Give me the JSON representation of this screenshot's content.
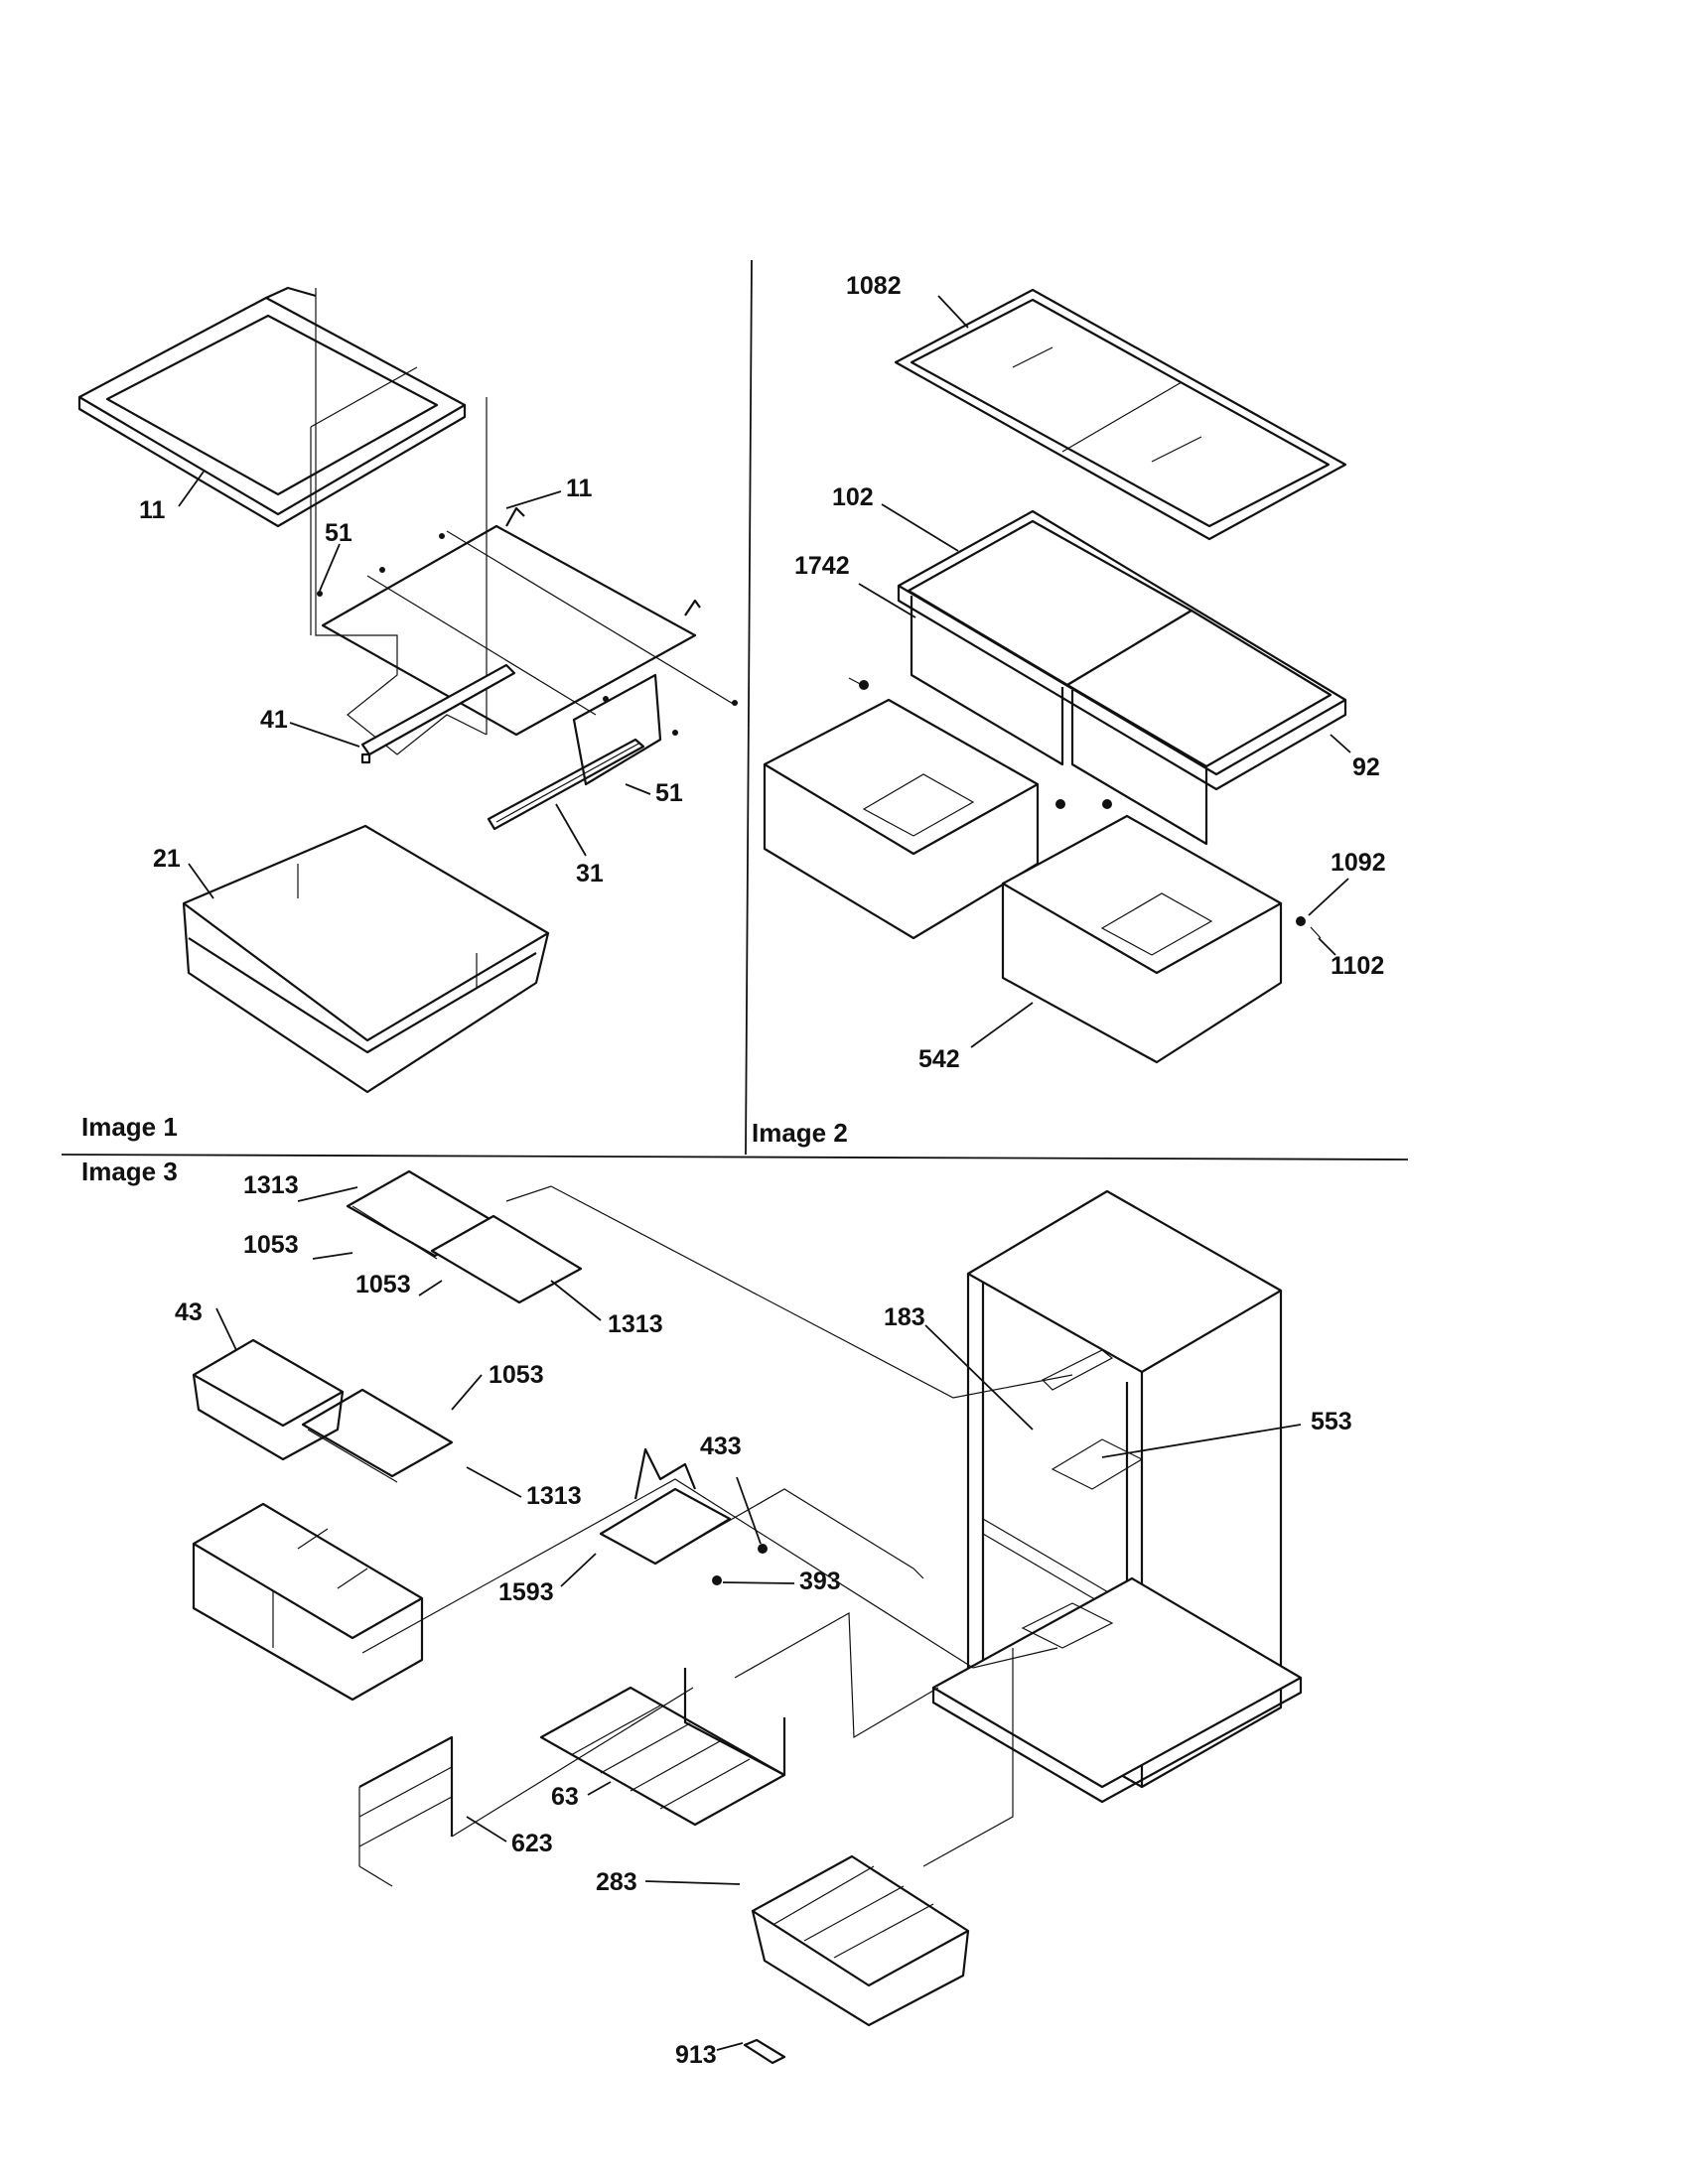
{
  "panels": {
    "image1": "Image 1",
    "image2": "Image 2",
    "image3": "Image 3"
  },
  "callouts": {
    "p1_11_left": "11",
    "p1_11_right": "11",
    "p1_51_top": "51",
    "p1_41": "41",
    "p1_51_bottom": "51",
    "p1_31": "31",
    "p1_21": "21",
    "p2_1082": "1082",
    "p2_102": "102",
    "p2_1742": "1742",
    "p2_92": "92",
    "p2_1092": "1092",
    "p2_1102": "1102",
    "p2_542": "542",
    "p3_1313_a": "1313",
    "p3_1053_a": "1053",
    "p3_1053_b": "1053",
    "p3_1313_b": "1313",
    "p3_43": "43",
    "p3_1053_c": "1053",
    "p3_1313_c": "1313",
    "p3_183": "183",
    "p3_553": "553",
    "p3_433": "433",
    "p3_393": "393",
    "p3_1593": "1593",
    "p3_63": "63",
    "p3_623": "623",
    "p3_283": "283",
    "p3_913": "913"
  }
}
